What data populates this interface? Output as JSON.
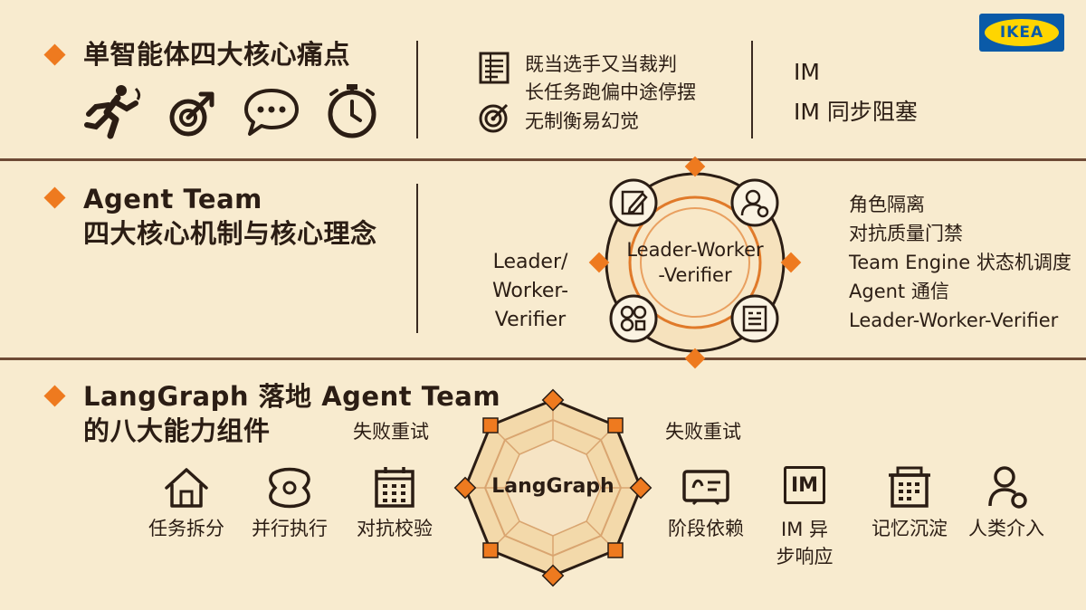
{
  "logo": {
    "text": "IKEA",
    "colors": {
      "blue": "#0a5aa8",
      "yellow": "#ffd500"
    }
  },
  "colors": {
    "background": "#f8ebcf",
    "accent": "#ee7a1f",
    "text": "#2b1d14",
    "divider": "#6e4a35"
  },
  "section1": {
    "title": "单智能体四大核心痛点",
    "pain_icons": [
      "running-person-icon",
      "target-arrow-icon",
      "chat-bubble-icon",
      "stopwatch-icon"
    ],
    "list": [
      {
        "text": "既当选手又当裁判",
        "icon": "document-list-icon"
      },
      {
        "text": "长任务跑偏中途停摆",
        "icon": ""
      },
      {
        "text": "无制衡易幻觉",
        "icon": "target-icon"
      }
    ],
    "im_lines": [
      "IM",
      "IM 同步阻塞"
    ]
  },
  "section2": {
    "title_line1": "Agent Team",
    "title_line2": "四大核心机制与核心理念",
    "side_label": [
      "Leader/",
      "Worker-",
      "Verifier"
    ],
    "circle_label": [
      "Leader-Worker",
      "-Verifier"
    ],
    "circle_icons": [
      "edit-document-icon",
      "user-search-icon",
      "modules-icon",
      "report-icon"
    ],
    "mechanisms": [
      "角色隔离",
      "对抗质量门禁",
      "Team Engine 状态机调度",
      "Agent 通信",
      "Leader-Worker-Verifier"
    ]
  },
  "section3": {
    "title_line1": "LangGraph 落地 Agent Team",
    "title_line2": "的八大能力组件",
    "retry_left": "失败重试",
    "retry_right": "失败重试",
    "hub_label": "LangGraph",
    "components": [
      {
        "label": "任务拆分",
        "icon": "house-icon"
      },
      {
        "label": "并行执行",
        "icon": "parallel-nodes-icon"
      },
      {
        "label": "对抗校验",
        "icon": "calendar-grid-icon"
      },
      {
        "label": "阶段依赖",
        "icon": "stage-card-icon"
      },
      {
        "label": "IM 异\n步响应",
        "icon": "im-box-icon",
        "icon_text": "IM"
      },
      {
        "label": "记忆沉淀",
        "icon": "memory-box-icon"
      },
      {
        "label": "人类介入",
        "icon": "person-icon"
      }
    ]
  }
}
